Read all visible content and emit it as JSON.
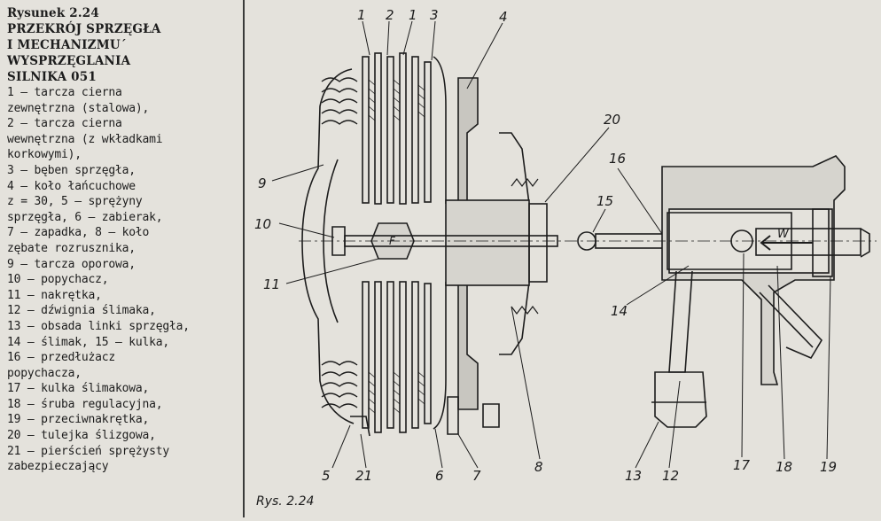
{
  "caption": {
    "title_lines": [
      "Rysunek 2.24",
      "PRZEKRÓJ SPRZĘGŁA",
      "I MECHANIZMU´",
      "WYSPRZĘGLANIA",
      "SILNIKA 051"
    ],
    "legend_lines": [
      "1 — tarcza cierna",
      "zewnętrzna (stalowa),",
      "2 — tarcza cierna",
      "wewnętrzna (z wkładkami",
      "korkowymi),",
      "3 — bęben sprzęgła,",
      "4 — koło łańcuchowe",
      "z = 30, 5 — sprężyny",
      "sprzęgła, 6 — zabierak,",
      "7 — zapadka, 8 — koło",
      "zębate rozrusznika,",
      "9 — tarcza oporowa,",
      "10 — popychacz,",
      "11 — nakrętka,",
      "12 — dźwignia ślimaka,",
      "13 — obsada linki sprzęgła,",
      "14 — ślimak, 15 — kulka,",
      "16 — przedłużacz",
      "popychacza,",
      "17 — kulka ślimakowa,",
      "18 — śruba regulacyjna,",
      "19 — przeciwnakrętka,",
      "20 — tulejka ślizgowa,",
      "21 — pierścień sprężysty",
      "zabezpieczający"
    ]
  },
  "figure": {
    "label": "Rys. 2.24",
    "arrow_label": "W",
    "f_label": "F",
    "callouts": [
      "1",
      "2",
      "1",
      "3",
      "4",
      "20",
      "16",
      "15",
      "9",
      "10",
      "11",
      "14",
      "5",
      "21",
      "6",
      "7",
      "8",
      "13",
      "12",
      "17",
      "18",
      "19"
    ]
  },
  "colors": {
    "paper": "#e4e2dc",
    "ink": "#1c1c1c"
  }
}
